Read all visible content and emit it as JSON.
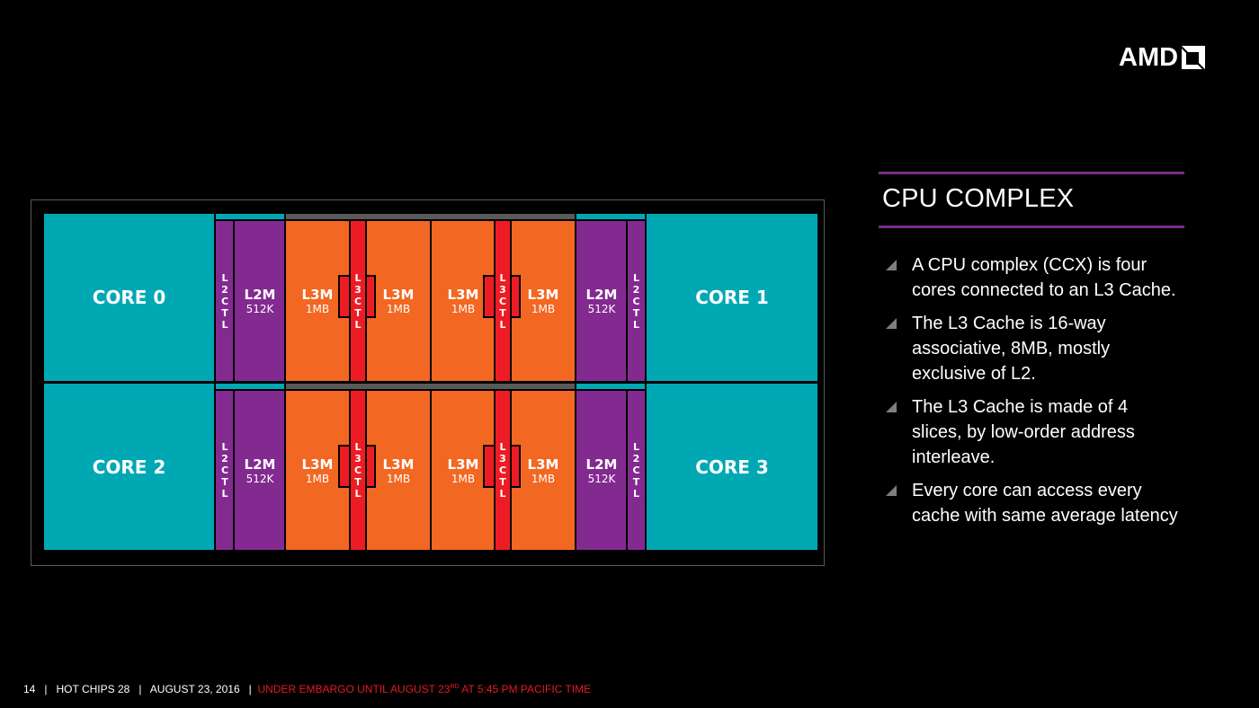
{
  "logo": {
    "text": "AMD",
    "icon": "amd-arrow-icon"
  },
  "diagram": {
    "cores": [
      "CORE 0",
      "CORE 1",
      "CORE 2",
      "CORE 3"
    ],
    "l2ctl_label": "L2CTL",
    "l3ctl_label": "L3CTL",
    "l2m": {
      "name": "L2M",
      "size": "512K"
    },
    "l3m": {
      "name": "L3M",
      "size": "1MB"
    },
    "colors": {
      "core": "#00a8b4",
      "l2": "#832a91",
      "l3m": "#f26722",
      "l3ctl": "#ed1c24",
      "interconnect": "#595959"
    }
  },
  "panel": {
    "title": "CPU COMPLEX",
    "bullets": [
      "A CPU complex (CCX) is four cores connected to an L3 Cache.",
      "The L3 Cache is 16-way associative, 8MB, mostly exclusive of L2.",
      "The L3 Cache is made of 4 slices, by low-order address interleave.",
      "Every core can access every cache with same average latency"
    ]
  },
  "footer": {
    "page": "14",
    "event": "HOT CHIPS 28",
    "date": "AUGUST 23, 2016",
    "embargo_pre": "UNDER EMBARGO UNTIL  AUGUST 23",
    "embargo_sup": "RD",
    "embargo_post": " AT 5:45 PM PACIFIC TIME"
  }
}
